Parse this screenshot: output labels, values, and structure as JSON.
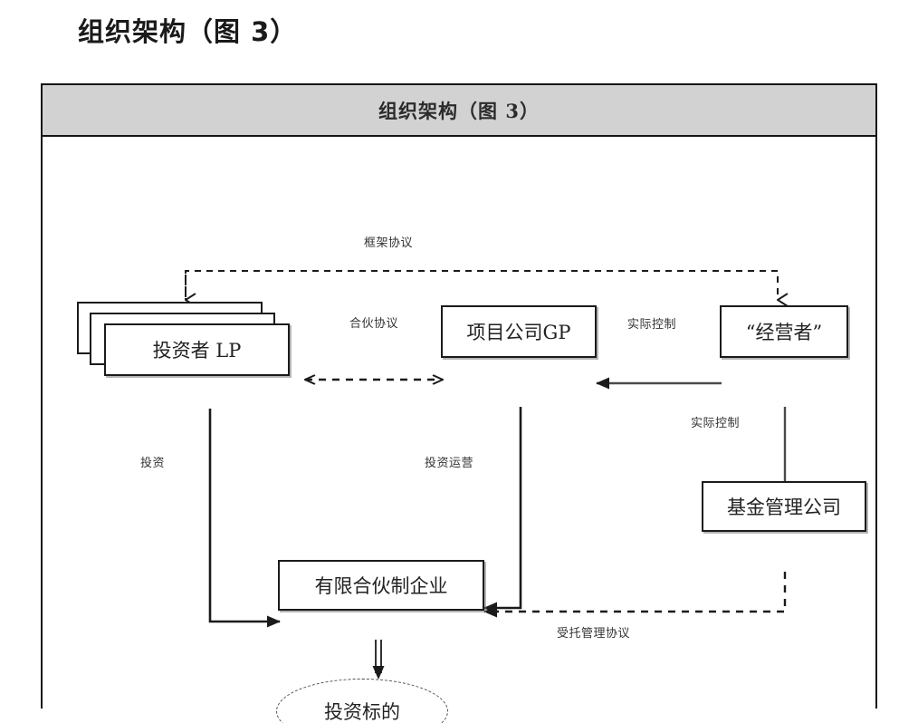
{
  "page": {
    "title": "组织架构（图 3）"
  },
  "panel": {
    "header_title": "组织架构（图 3）",
    "header_bg": "#d2d2d2",
    "border_color": "#151515"
  },
  "diagram": {
    "type": "org-flow-diagram",
    "nodes": [
      {
        "id": "lp",
        "label": "投资者 LP",
        "shape": "stacked-box"
      },
      {
        "id": "gp",
        "label": "项目公司GP",
        "shape": "box"
      },
      {
        "id": "operator",
        "label": "“经营者”",
        "shape": "box"
      },
      {
        "id": "fundmgr",
        "label": "基金管理公司",
        "shape": "box"
      },
      {
        "id": "lpe",
        "label": "有限合伙制企业",
        "shape": "box"
      },
      {
        "id": "target",
        "label": "投资标的",
        "shape": "ellipse"
      }
    ],
    "edges": [
      {
        "id": "e1",
        "label": "框架协议",
        "from": "lp",
        "to": "operator",
        "style": "dashed",
        "arrows": "both-down"
      },
      {
        "id": "e2",
        "label": "合伙协议",
        "from": "lp",
        "to": "gp",
        "style": "dashed",
        "arrows": "bidirectional"
      },
      {
        "id": "e3",
        "label": "实际控制",
        "from": "operator",
        "to": "gp",
        "style": "solid",
        "arrows": "single"
      },
      {
        "id": "e4",
        "label": "实际控制",
        "from": "operator",
        "to": "fundmgr",
        "style": "solid",
        "arrows": "single"
      },
      {
        "id": "e5",
        "label": "投资",
        "from": "lp",
        "to": "lpe",
        "style": "solid",
        "arrows": "single"
      },
      {
        "id": "e6",
        "label": "投资运营",
        "from": "gp",
        "to": "lpe",
        "style": "solid",
        "arrows": "single"
      },
      {
        "id": "e7",
        "label": "受托管理协议",
        "from": "fundmgr",
        "to": "lpe",
        "style": "dashed",
        "arrows": "single"
      },
      {
        "id": "e8",
        "label": "",
        "from": "lpe",
        "to": "target",
        "style": "double",
        "arrows": "single"
      }
    ]
  }
}
